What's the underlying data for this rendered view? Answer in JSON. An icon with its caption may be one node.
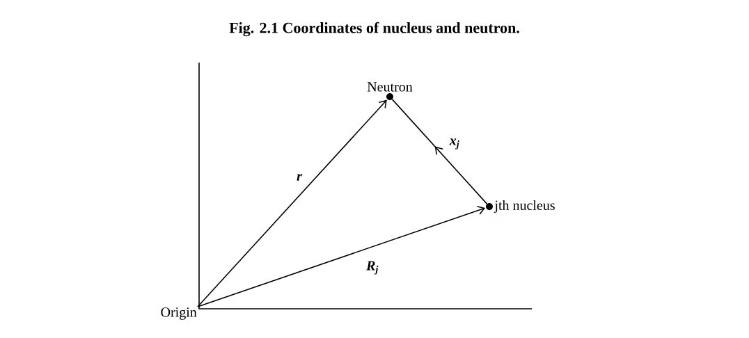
{
  "diagram": {
    "title": "Fig. 2.1 Coordinates of nucleus and neutron.",
    "nodes": [
      {
        "text": [
          "Origin"
        ]
      },
      {
        "text": [
          "Neutron"
        ]
      },
      {
        "text": [
          "jth nucleus"
        ]
      }
    ],
    "edges": [
      {
        "from": 0,
        "to": 1,
        "arrow": "to",
        "label": "r"
      },
      {
        "from": 0,
        "to": 2,
        "arrow": "to",
        "label": "R$_{j}$"
      },
      {
        "from": 2,
        "to": 1,
        "arrow": "to",
        "label": "x$_{j}$"
      }
    ]
  }
}
